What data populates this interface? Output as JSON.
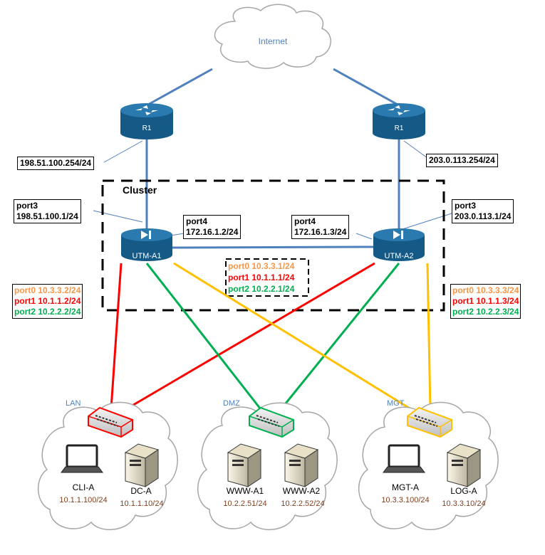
{
  "internet": {
    "label": "Internet"
  },
  "routers": [
    {
      "id": "r1-left",
      "label": "R1",
      "link_label": "198.51.100.254/24"
    },
    {
      "id": "r1-right",
      "label": "R1",
      "link_label": "203.0.113.254/24"
    }
  ],
  "cluster": {
    "label": "Cluster"
  },
  "utms": [
    {
      "id": "utm-a1",
      "label": "UTM-A1",
      "port3": {
        "name": "port3",
        "ip": "198.51.100.1/24"
      },
      "port4": {
        "name": "port4",
        "ip": "172.16.1.2/24"
      },
      "ports": [
        {
          "name": "port0",
          "ip": "10.3.3.2/24"
        },
        {
          "name": "port1",
          "ip": "10.1.1.2/24"
        },
        {
          "name": "port2",
          "ip": "10.2.2.2/24"
        }
      ]
    },
    {
      "id": "utm-a2",
      "label": "UTM-A2",
      "port3": {
        "name": "port3",
        "ip": "203.0.113.1/24"
      },
      "port4": {
        "name": "port4",
        "ip": "172.16.1.3/24"
      },
      "ports": [
        {
          "name": "port0",
          "ip": "10.3.3.3/24"
        },
        {
          "name": "port1",
          "ip": "10.1.1.3/24"
        },
        {
          "name": "port2",
          "ip": "10.2.2.3/24"
        }
      ]
    }
  ],
  "virtual": {
    "ports": [
      {
        "name": "port0",
        "ip": "10.3.3.1/24"
      },
      {
        "name": "port1",
        "ip": "10.1.1.1/24"
      },
      {
        "name": "port2",
        "ip": "10.2.2.1/24"
      }
    ]
  },
  "colors": {
    "port0": "#f79646",
    "port1": "#ff0000",
    "port2": "#00b050",
    "wan": "#4f81bd",
    "device": "#1f6391",
    "cloud_label": "#4f81bd",
    "host_label": "#000000",
    "host_ip": "#7f3f1f",
    "yellow_link": "#ffc000"
  },
  "segments": [
    {
      "id": "lan",
      "label": "LAN",
      "hosts": [
        {
          "id": "cli-a",
          "type": "laptop-icon",
          "label": "CLI-A",
          "ip": "10.1.1.100/24"
        },
        {
          "id": "dc-a",
          "type": "server-icon",
          "label": "DC-A",
          "ip": "10.1.1.10/24"
        }
      ]
    },
    {
      "id": "dmz",
      "label": "DMZ",
      "hosts": [
        {
          "id": "www-a1",
          "type": "server-icon",
          "label": "WWW-A1",
          "ip": "10.2.2.51/24"
        },
        {
          "id": "www-a2",
          "type": "server-icon",
          "label": "WWW-A2",
          "ip": "10.2.2.52/24"
        }
      ]
    },
    {
      "id": "mgt",
      "label": "MGT",
      "hosts": [
        {
          "id": "mgt-a",
          "type": "laptop-icon",
          "label": "MGT-A",
          "ip": "10.3.3.100/24"
        },
        {
          "id": "log-a",
          "type": "server-icon",
          "label": "LOG-A",
          "ip": "10.3.3.10/24"
        }
      ]
    }
  ]
}
